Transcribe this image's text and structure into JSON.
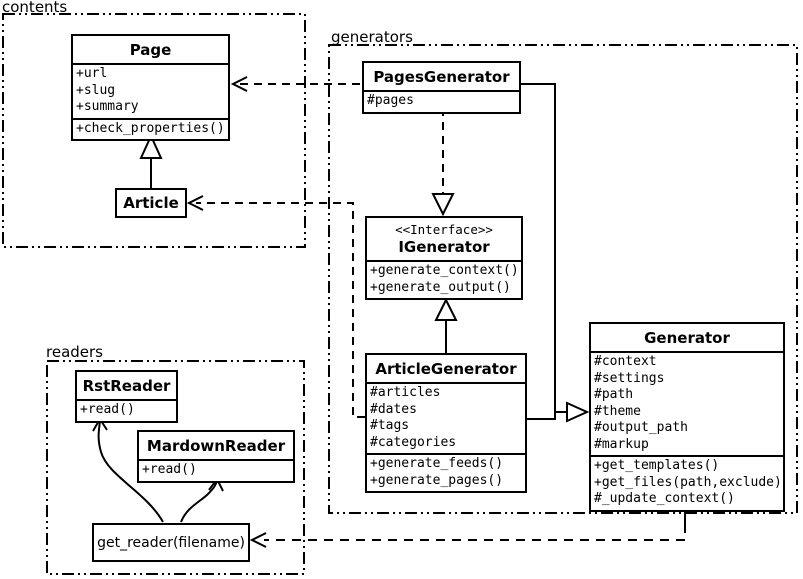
{
  "packages": {
    "contents": {
      "label": "contents"
    },
    "generators": {
      "label": "generators"
    },
    "readers": {
      "label": "readers"
    }
  },
  "classes": {
    "page": {
      "title": "Page",
      "attributes": [
        "+url",
        "+slug",
        "+summary"
      ],
      "methods": [
        "+check_properties()"
      ]
    },
    "article": {
      "title": "Article"
    },
    "pages_generator": {
      "title": "PagesGenerator",
      "attributes": [
        "#pages"
      ]
    },
    "igenerator": {
      "stereotype": "<<Interface>>",
      "title": "IGenerator",
      "methods": [
        "+generate_context()",
        "+generate_output()"
      ]
    },
    "article_generator": {
      "title": "ArticleGenerator",
      "attributes": [
        "#articles",
        "#dates",
        "#tags",
        "#categories"
      ],
      "methods": [
        "+generate_feeds()",
        "+generate_pages()"
      ]
    },
    "generator": {
      "title": "Generator",
      "attributes": [
        "#context",
        "#settings",
        "#path",
        "#theme",
        "#output_path",
        "#markup"
      ],
      "methods": [
        "+get_templates()",
        "+get_files(path,exclude)",
        "#_update_context()"
      ]
    },
    "rst_reader": {
      "title": "RstReader",
      "methods": [
        "+read()"
      ]
    },
    "mardown_reader": {
      "title": "MardownReader",
      "methods": [
        "+read()"
      ]
    },
    "get_reader": {
      "label": "get_reader(filename)"
    }
  },
  "colors": {
    "line": "#000000",
    "background": "#ffffff",
    "box_fill": "#ffffff"
  }
}
